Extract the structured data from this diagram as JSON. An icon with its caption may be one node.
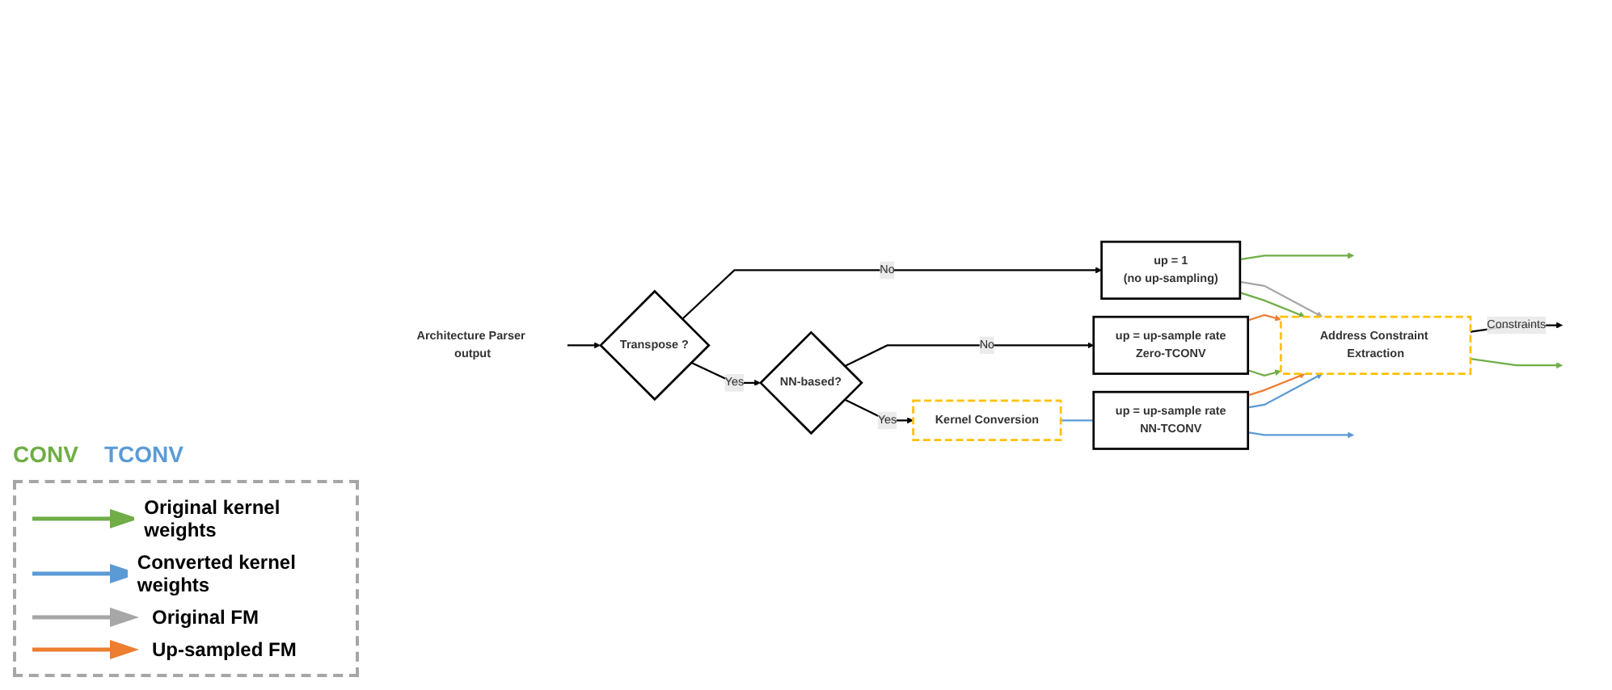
{
  "diagram": {
    "nodes": [
      {
        "text": [
          "Architecture Parser output"
        ]
      },
      {
        "text": [
          "Transpose ?"
        ]
      },
      {
        "text": [
          "NN-based?"
        ]
      },
      {
        "text": [
          "up = 1",
          "(no up-sampling)"
        ]
      },
      {
        "text": [
          "up = up-sample rate",
          "Zero-TCONV"
        ]
      },
      {
        "text": [
          "Address Constraint Extraction"
        ]
      },
      {
        "text": [
          "Kernel Conversion"
        ]
      },
      {
        "text": [
          "up = up-sample rate",
          "NN-TCONV"
        ]
      }
    ],
    "edges": [
      {
        "from": 0,
        "to": 1,
        "arrow": "to"
      },
      {
        "from": 1,
        "to": 3,
        "arrow": "to",
        "label": "No"
      },
      {
        "from": 1,
        "to": 2,
        "arrow": "to",
        "label": "Yes"
      },
      {
        "from": 2,
        "to": 4,
        "arrow": "to",
        "label": "No"
      },
      {
        "from": 2,
        "to": 6,
        "arrow": "to",
        "label": "Yes"
      },
      {
        "from": 3,
        "to": null,
        "arrow": "to",
        "color": "#70ad47"
      },
      {
        "from": 3,
        "to": 5,
        "arrow": "to",
        "color": "#a6a6a6"
      },
      {
        "from": 3,
        "to": 5,
        "arrow": "to",
        "color": "#70ad47"
      },
      {
        "from": 4,
        "to": 5,
        "arrow": "to",
        "color": "#ed7d31"
      },
      {
        "from": 4,
        "to": 5,
        "arrow": "to",
        "color": "#70ad47"
      },
      {
        "from": 5,
        "to": null,
        "arrow": "to",
        "label": "Constraints"
      },
      {
        "from": 5,
        "to": null,
        "arrow": "to",
        "color": "#70ad47"
      },
      {
        "from": 6,
        "to": 7,
        "arrow": "none",
        "color": "#5b9bd5"
      },
      {
        "from": 7,
        "to": 5,
        "arrow": "to",
        "color": "#ed7d31"
      },
      {
        "from": 7,
        "to": 5,
        "arrow": "to",
        "color": "#5b9bd5"
      },
      {
        "from": 7,
        "to": null,
        "arrow": "to",
        "color": "#5b9bd5"
      }
    ],
    "labels": [
      "CONV",
      "TCONV"
    ],
    "legend": [
      {
        "text": "Original kernel weights"
      },
      {
        "text": "Converted  kernel weights"
      },
      {
        "text": "Original FM"
      },
      {
        "text": "Up-sampled FM"
      }
    ]
  }
}
